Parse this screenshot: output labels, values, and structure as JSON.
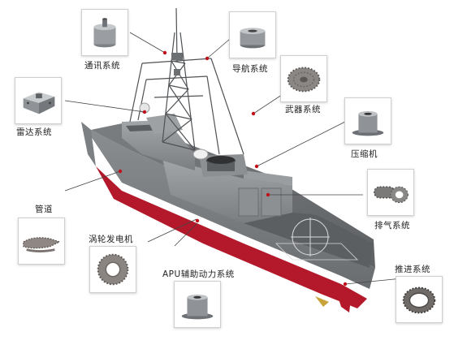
{
  "components": [
    {
      "id": "comm",
      "label": "通讯系统",
      "icon": "mount-icon"
    },
    {
      "id": "nav",
      "label": "导航系统",
      "icon": "mount-icon"
    },
    {
      "id": "weapon",
      "label": "武器系统",
      "icon": "mesh-disc-icon"
    },
    {
      "id": "radar",
      "label": "雷达系统",
      "icon": "box-mount-icon"
    },
    {
      "id": "comp",
      "label": "压缩机",
      "icon": "mount-icon"
    },
    {
      "id": "pipe",
      "label": "管道",
      "icon": "mesh-sleeve-icon"
    },
    {
      "id": "exhaust",
      "label": "排气系统",
      "icon": "mesh-coil-icon"
    },
    {
      "id": "turbo",
      "label": "涡轮发电机",
      "icon": "mesh-ring-icon"
    },
    {
      "id": "apu",
      "label": "APU辅助动力系统",
      "icon": "mount-icon"
    },
    {
      "id": "prop",
      "label": "推进系统",
      "icon": "mesh-ring-icon"
    }
  ],
  "colors": {
    "hull_gray": "#7a7d80",
    "deck_gray": "#6b6e71",
    "hull_red": "#b3192a",
    "marker": "#c0101c"
  }
}
